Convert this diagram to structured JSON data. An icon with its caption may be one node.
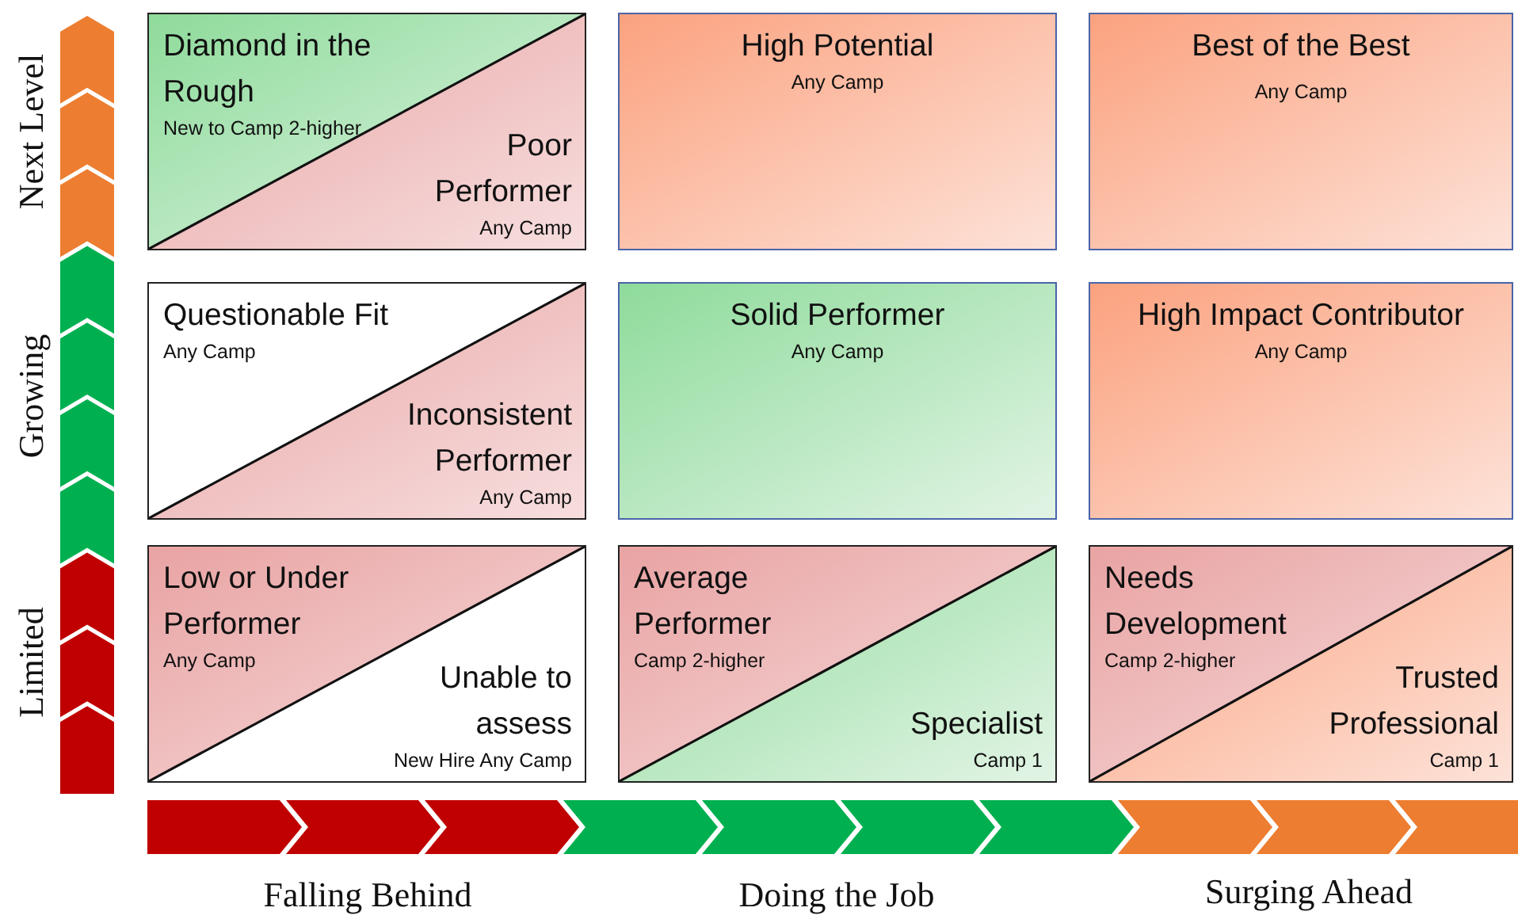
{
  "diagram": {
    "nodes": [
      {
        "text": [],
        "shape": "box"
      },
      {
        "text": [
          "Diamond in the Rough",
          "New to Camp 2-higher"
        ],
        "in": 0
      },
      {
        "text": [
          "Poor Performer",
          "Any Camp"
        ],
        "in": 0
      },
      {
        "text": [
          "High Potential",
          "Any Camp"
        ]
      },
      {
        "text": [
          "Best of the Best",
          "Any Camp"
        ]
      },
      {
        "text": [],
        "shape": "box"
      },
      {
        "text": [
          "Questionable Fit",
          "Any Camp"
        ],
        "in": 5
      },
      {
        "text": [
          "Inconsistent Performer",
          "Any Camp"
        ],
        "in": 5
      },
      {
        "text": [
          "Solid Performer",
          "Any Camp"
        ]
      },
      {
        "text": [
          "High Impact Contributor",
          "Any Camp"
        ]
      },
      {
        "text": [],
        "shape": "box"
      },
      {
        "text": [
          "Low or Under Performer",
          "Any Camp"
        ],
        "in": 10
      },
      {
        "text": [
          "Unable to assess",
          "New Hire Any Camp"
        ],
        "in": 10
      },
      {
        "text": [],
        "shape": "box"
      },
      {
        "text": [
          "Average Performer",
          "Camp 2-higher"
        ],
        "in": 13
      },
      {
        "text": [
          "Specialist",
          "Camp 1"
        ],
        "in": 13
      },
      {
        "text": [],
        "shape": "box"
      },
      {
        "text": [
          "Needs Development",
          "Camp 2-higher"
        ],
        "in": 16
      },
      {
        "text": [
          "Trusted Professional",
          "Camp 1"
        ],
        "in": 16
      }
    ],
    "labels": [
      "Next Level",
      "Growing",
      "Limited",
      "Falling Behind",
      "Doing the Job",
      "Surging Ahead"
    ]
  }
}
